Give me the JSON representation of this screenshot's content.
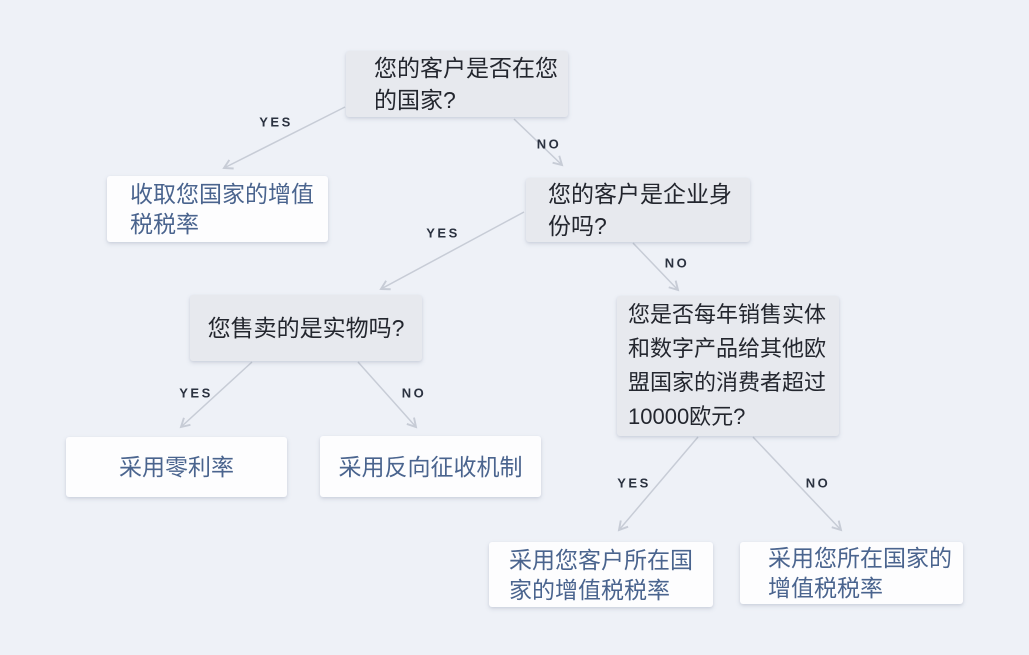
{
  "diagram": {
    "type": "flowchart",
    "topic": "VAT rate decision tree",
    "nodes": {
      "q1": {
        "kind": "question",
        "text": "您的客户是否在您的国家?"
      },
      "r1": {
        "kind": "result",
        "text": "收取您国家的增值税税率"
      },
      "q2": {
        "kind": "question",
        "text": "您的客户是企业身份吗?"
      },
      "q3": {
        "kind": "question",
        "text": "您售卖的是实物吗?"
      },
      "q4": {
        "kind": "question",
        "text": "您是否每年销售实体和数字产品给其他欧盟国家的消费者超过10000欧元?"
      },
      "r2": {
        "kind": "result",
        "text": "采用零利率"
      },
      "r3": {
        "kind": "result",
        "text": "采用反向征收机制"
      },
      "r4": {
        "kind": "result",
        "text": "采用您客户所在国家的增值税税率"
      },
      "r5": {
        "kind": "result",
        "text": "采用您所在国家的增值税税率"
      }
    },
    "edges": [
      {
        "from": "q1",
        "to": "r1",
        "label": "YES"
      },
      {
        "from": "q1",
        "to": "q2",
        "label": "NO"
      },
      {
        "from": "q2",
        "to": "q3",
        "label": "YES"
      },
      {
        "from": "q2",
        "to": "q4",
        "label": "NO"
      },
      {
        "from": "q3",
        "to": "r2",
        "label": "YES"
      },
      {
        "from": "q3",
        "to": "r3",
        "label": "NO"
      },
      {
        "from": "q4",
        "to": "r4",
        "label": "YES"
      },
      {
        "from": "q4",
        "to": "r5",
        "label": "NO"
      }
    ],
    "colors": {
      "background": "#eef1f7",
      "question_box": "#e7e9ee",
      "result_box": "#fdfdfe",
      "question_text": "#23262e",
      "result_text": "#4a648e",
      "edge_line": "#c7ccd6",
      "edge_label_text": "#2b3240"
    }
  }
}
